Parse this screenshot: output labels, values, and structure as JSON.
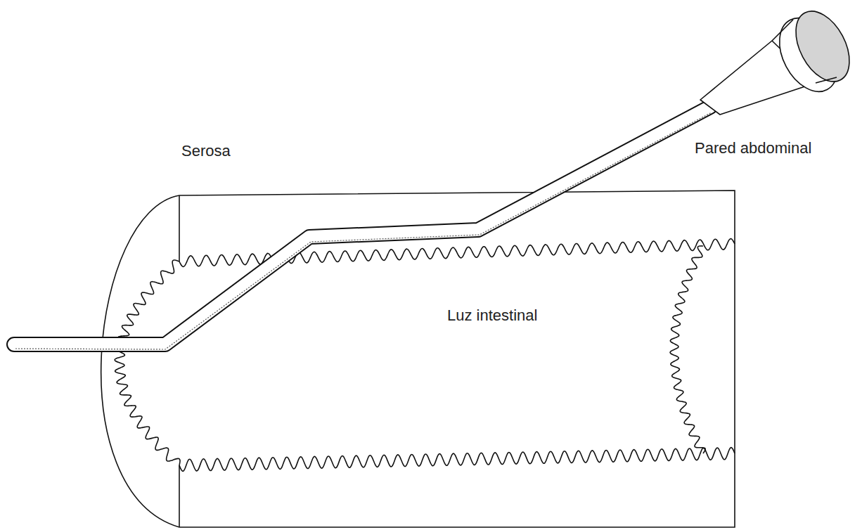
{
  "diagram": {
    "labels": [
      "Serosa",
      "Pared abdominal",
      "Luz intestinal"
    ]
  }
}
